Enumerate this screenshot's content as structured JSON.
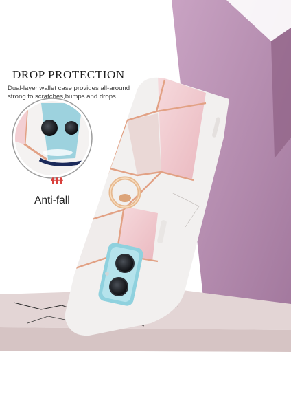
{
  "headline": "DROP PROTECTION",
  "description": "Dual-layer wallet case provides all-around strong to scratches,bumps and drops",
  "callout": {
    "label": "Anti-fall"
  },
  "colors": {
    "backdrop_wall": "#b98fb2",
    "backdrop_shadow": "#8f6585",
    "pedestal_top": "#e2d3d3",
    "pedestal_front": "#d7c6c6",
    "case_marble": "#f3f1f0",
    "case_pink": "#f3cfd3",
    "trim_rose_gold": "#e2a184",
    "camera_frame": "#8fd1de",
    "impact_arrows": "#d9403c"
  }
}
